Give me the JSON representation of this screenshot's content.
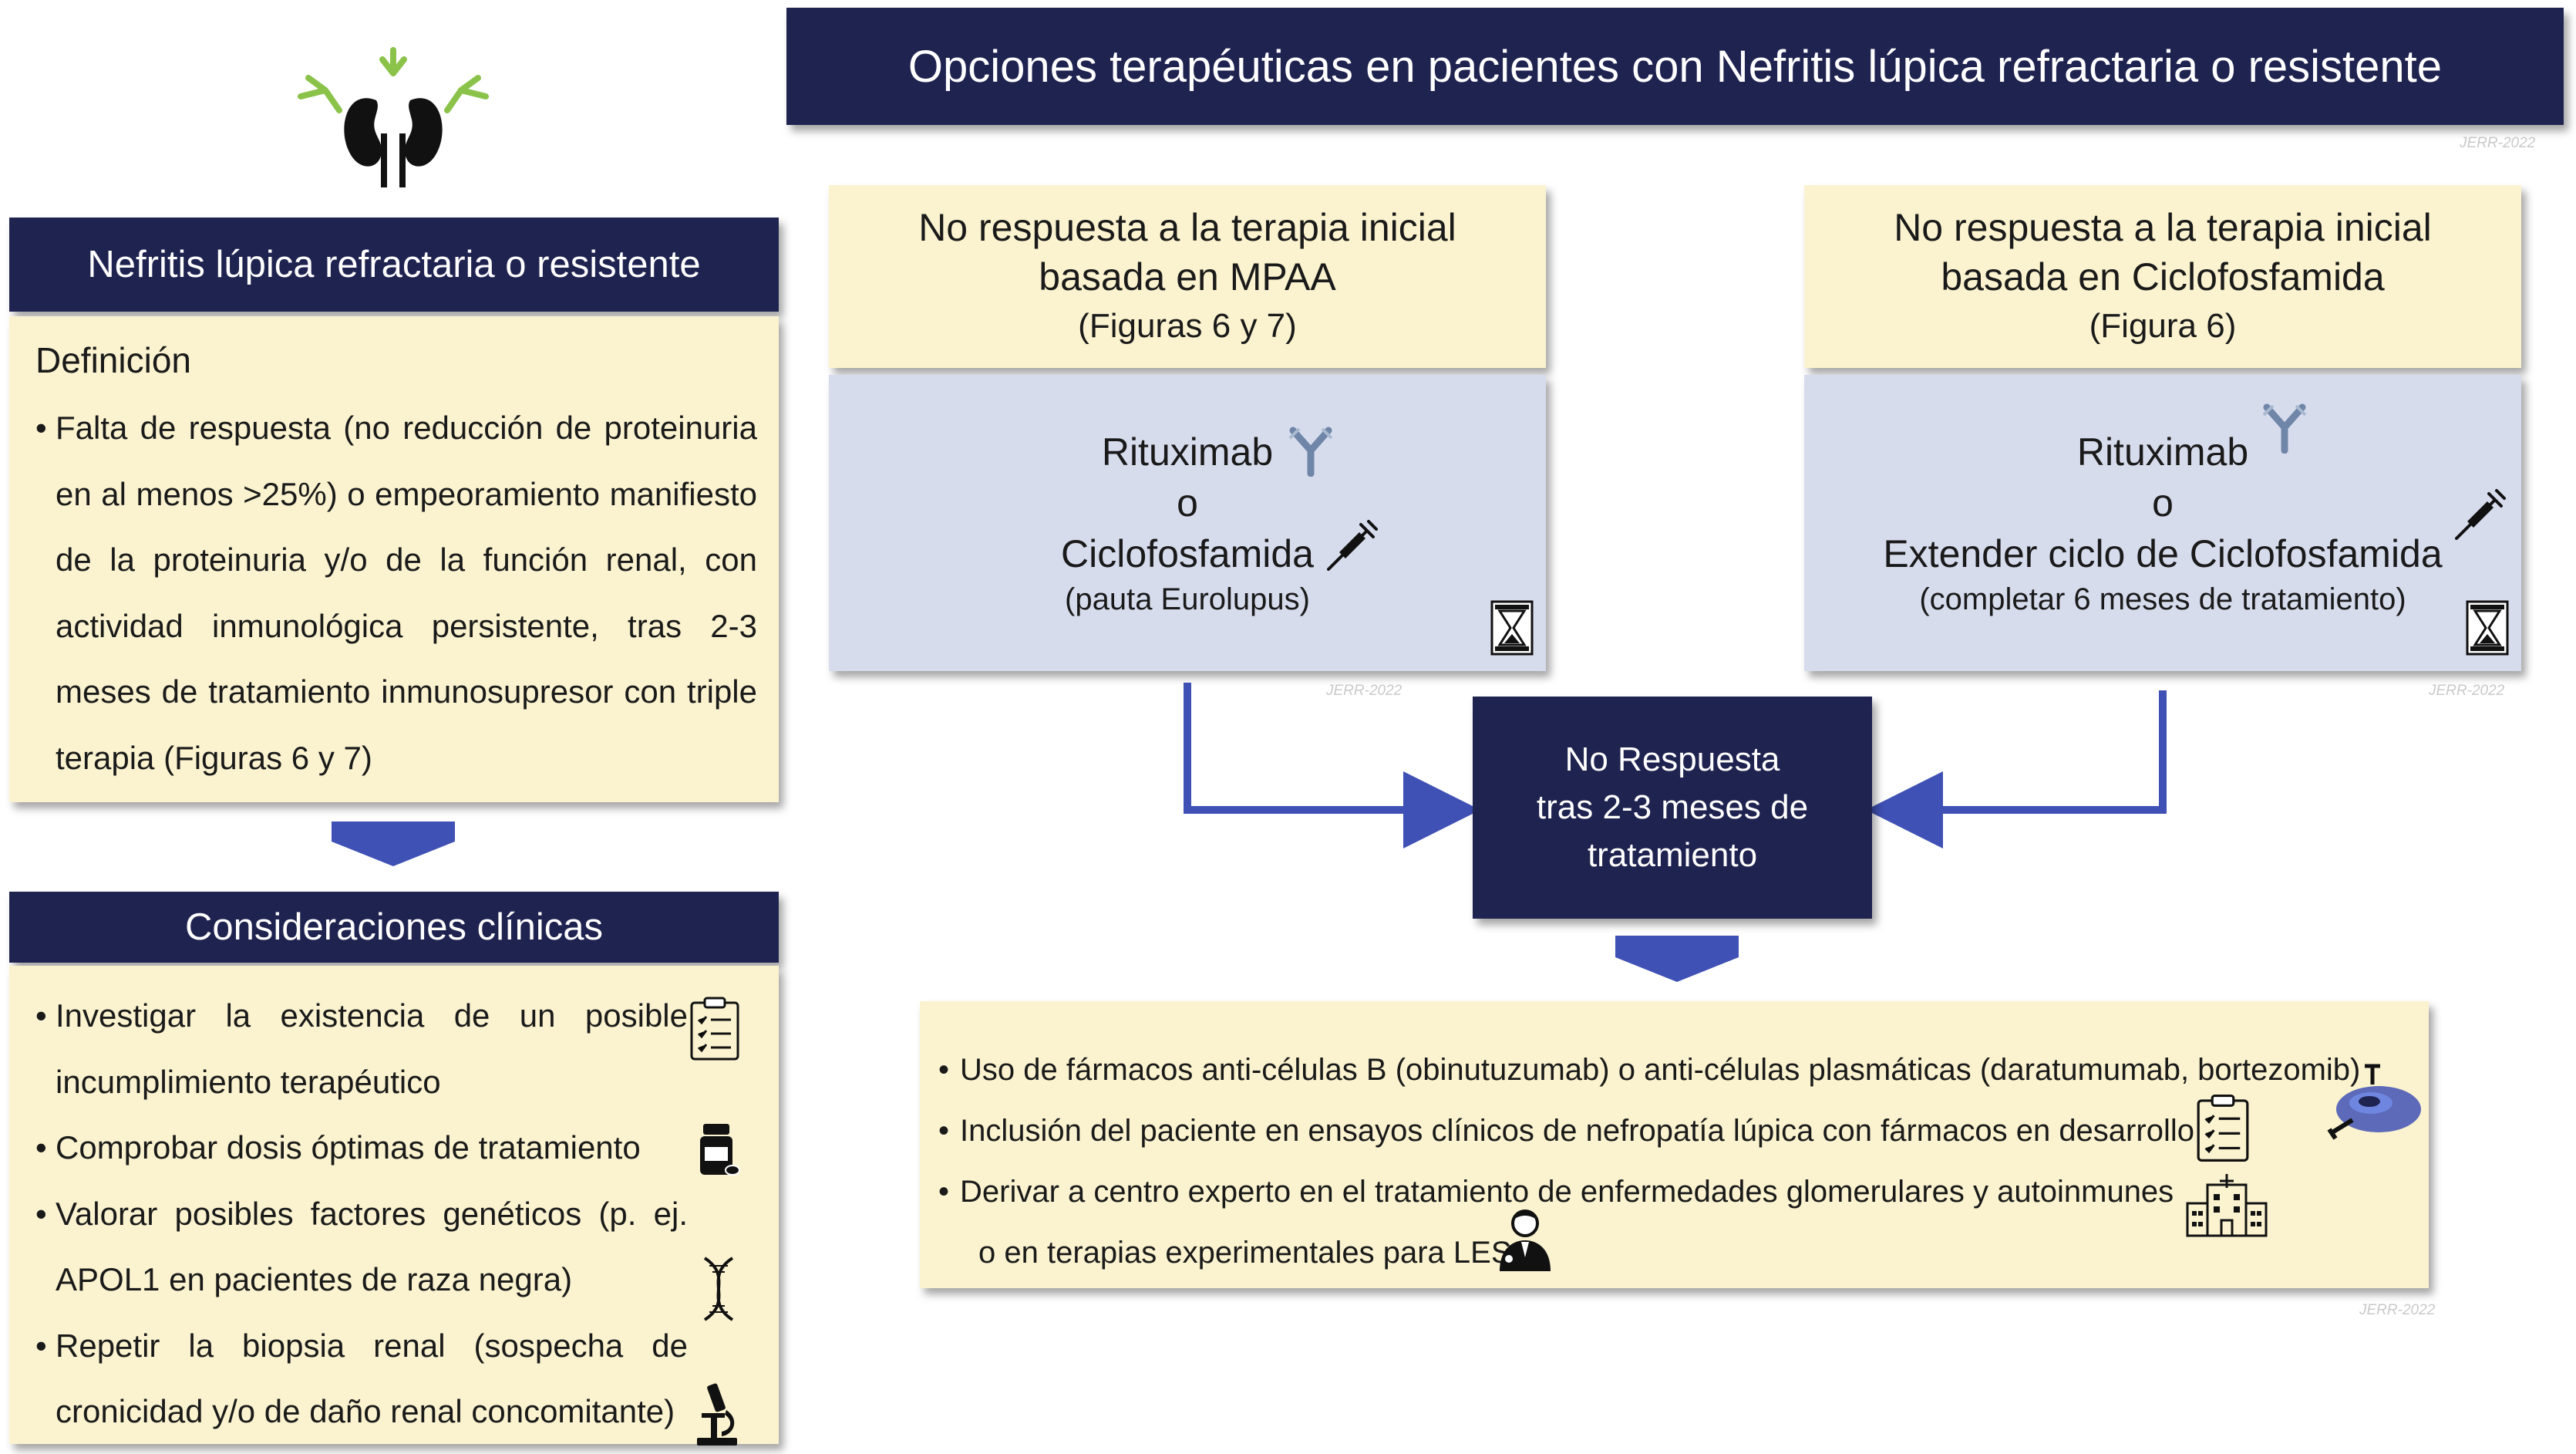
{
  "main_title": "Opciones terapéuticas en pacientes con Nefritis lúpica refractaria o resistente",
  "left": {
    "header": "Nefritis lúpica refractaria o resistente",
    "definition_title": "Definición",
    "definition_text": "Falta de respuesta (no reducción de proteinuria en al menos >25%) o empeoramiento manifiesto de la proteinuria y/o de la función renal, con actividad inmunológica persistente, tras 2-3 meses de tratamiento inmunosupresor con triple terapia (Figuras 6 y 7)",
    "considerations_header": "Consideraciones clínicas",
    "considerations": [
      "Investigar la existencia de un posible incumplimiento terapéutico",
      "Comprobar dosis óptimas de tratamiento",
      " Valorar posibles factores genéticos (p. ej. APOL1 en pacientes de raza negra)",
      "Repetir la biopsia renal (sospecha de cronicidad y/o de daño renal concomitante)"
    ],
    "consideration_icons": [
      "checklist-icon",
      "pill-bottle-icon",
      "dna-icon",
      "microscope-icon"
    ]
  },
  "mpaa_box": {
    "line1": "No respuesta a la terapia inicial",
    "line2": "basada en MPAA",
    "line3": "(Figuras 6 y 7)",
    "drug1": "Rituximab",
    "or": "o",
    "drug2": "Ciclofosfamida",
    "note": "(pauta Eurolupus)"
  },
  "cyc_box": {
    "line1": "No respuesta a la terapia inicial",
    "line2": "basada en Ciclofosfamida",
    "line3": "(Figura 6)",
    "drug1": "Rituximab",
    "or": "o",
    "drug2": "Extender ciclo de Ciclofosfamida",
    "note": "(completar 6 meses de tratamiento)"
  },
  "no_response": {
    "line1": "No Respuesta",
    "line2": "tras 2-3 meses de",
    "line3": "tratamiento"
  },
  "bottom": {
    "items": [
      "Uso de fármacos anti-células B (obinutuzumab) o anti-células plasmáticas (daratumumab, bortezomib)",
      "Inclusión del paciente en ensayos clínicos de nefropatía lúpica con fármacos en desarrollo",
      "Derivar a centro experto en el tratamiento de enfermedades glomerulares y autoinmunes"
    ],
    "continuation": "o en terapias experimentales para LES"
  },
  "watermark": "JERR-2022",
  "colors": {
    "navy": "#1f2350",
    "cream": "#fbf3cf",
    "lavender": "#d7dced",
    "arrow_blue": "#3f51b5",
    "antibody_green": "#8bc34a"
  }
}
